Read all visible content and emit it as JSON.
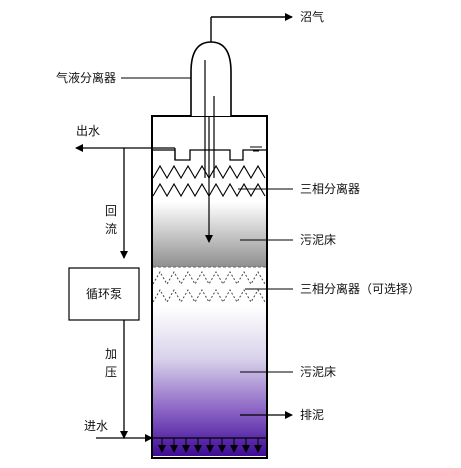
{
  "labels": {
    "biogas": "沼气",
    "gas_liquid_separator": "气液分离器",
    "outlet_water": "出水",
    "three_phase_separator": "三相分离器",
    "sludge_bed_upper": "污泥床",
    "three_phase_separator_optional": "三相分离器（可选择）",
    "sludge_bed_lower": "污泥床",
    "sludge_discharge": "排泥",
    "inlet_water": "进水",
    "recirculation": [
      "回",
      "流"
    ],
    "pressurize": [
      "加",
      "压"
    ],
    "circulation_pump": "循环泵"
  },
  "colors": {
    "line": "#000000",
    "reactor_bottom": "#4a0f9e",
    "reactor_mid": "#d7cfe8",
    "upper_bed_gray": "#9a9a9a"
  }
}
